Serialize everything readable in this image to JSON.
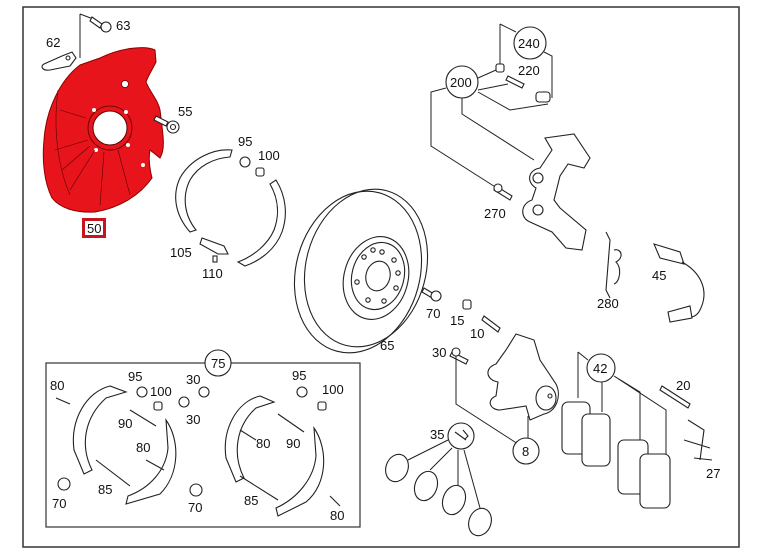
{
  "diagram": {
    "title": "Rear brake assembly exploded parts diagram",
    "highlight_color": "#e8141c",
    "highlighted_part": "50",
    "labels": {
      "p63": "63",
      "p62": "62",
      "p55": "55",
      "p50": "50",
      "p95a": "95",
      "p100a": "100",
      "p105": "105",
      "p110": "110",
      "p240": "240",
      "p220": "220",
      "p200": "200",
      "p270": "270",
      "p280": "280",
      "p45": "45",
      "p65": "65",
      "p70a": "70",
      "p15": "15",
      "p10": "10",
      "p30a": "30",
      "p8": "8",
      "p42": "42",
      "p20": "20",
      "p27": "27",
      "p35": "35",
      "p75": "75",
      "kit": {
        "p80a": "80",
        "p95b": "95",
        "p100b": "100",
        "p30b": "30",
        "p30c": "30",
        "p90a": "90",
        "p80b": "80",
        "p85a": "85",
        "p70b": "70",
        "p70c": "70",
        "p95c": "95",
        "p100c": "100",
        "p80c": "80",
        "p90b": "90",
        "p85b": "85",
        "p80d": "80"
      }
    }
  }
}
